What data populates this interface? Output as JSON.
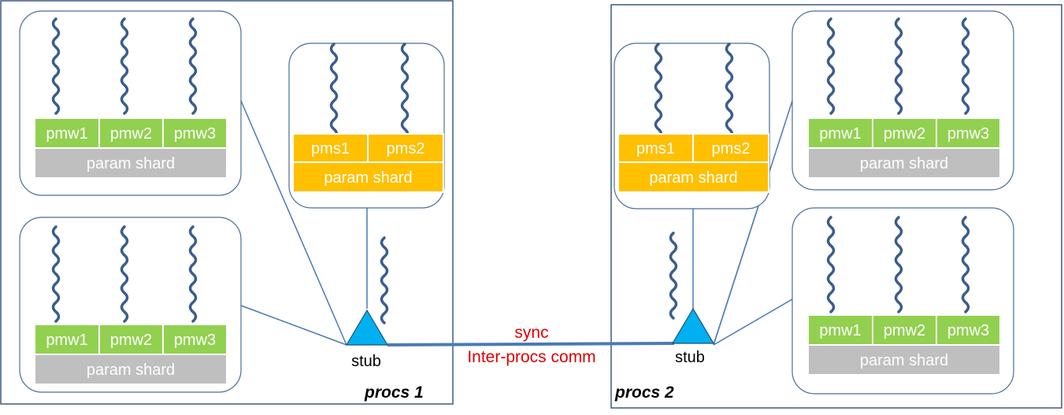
{
  "cells": {
    "pmw1": "pmw1",
    "pmw2": "pmw2",
    "pmw3": "pmw3",
    "pms1": "pms1",
    "pms2": "pms2",
    "param_shard": "param shard"
  },
  "stub_label": "stub",
  "procs": [
    {
      "label": "procs 1"
    },
    {
      "label": "procs 2"
    }
  ],
  "link": {
    "top_label": "sync",
    "bottom_label": "Inter-procs comm"
  },
  "colors": {
    "worker_cell": "#92d050",
    "server_cell": "#ffc000",
    "shard_cell": "#bfbfbf",
    "stub": "#00b0f0",
    "link_text": "#e00000"
  }
}
